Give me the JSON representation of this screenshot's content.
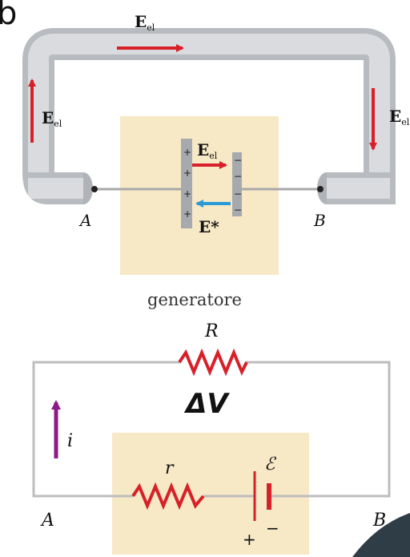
{
  "corner_label": "b",
  "top": {
    "field_label": "E",
    "field_sub": "el",
    "field_star": "E*",
    "label_a": "A",
    "label_b": "B",
    "generator_caption": "generatore",
    "plus_signs": [
      "+",
      "+",
      "+",
      "+"
    ],
    "minus_signs": [
      "−",
      "−",
      "−",
      "−"
    ]
  },
  "bottom": {
    "resistor_label": "R",
    "voltage_label": "ΔV",
    "current_label": "i",
    "internal_resistor_label": "r",
    "emf_label": "ℰ",
    "label_a": "A",
    "label_b": "B",
    "plus": "+",
    "minus": "−"
  },
  "colors": {
    "tube": "#c9ccd0",
    "generator_box": "#f7e9c6",
    "field_red": "#d7202a",
    "field_blue": "#2a9ad6",
    "current_purple": "#8e1a8a",
    "wire": "#a8a8a8"
  }
}
